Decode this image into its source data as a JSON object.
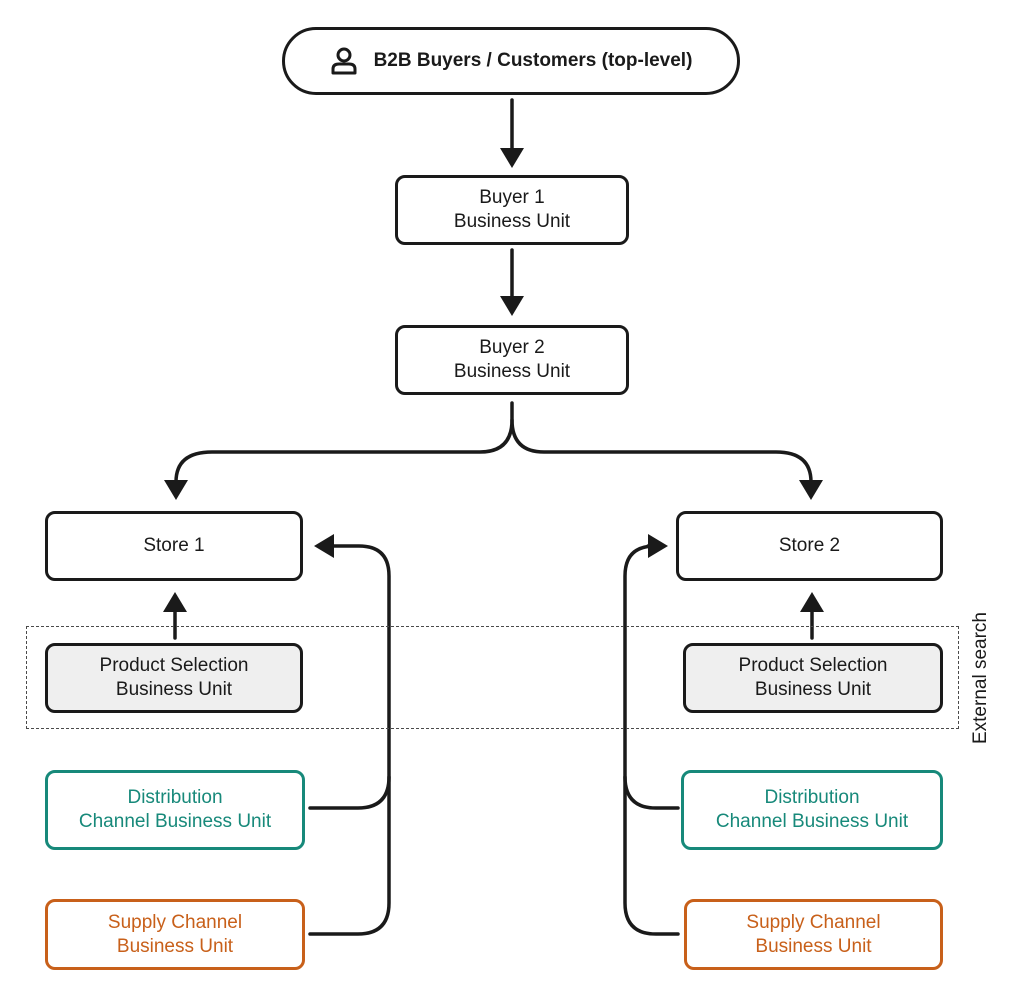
{
  "top_node": {
    "label": "B2B Buyers / Customers (top-level)",
    "icon": "person-icon"
  },
  "buyer1": {
    "line1": "Buyer 1",
    "line2": "Business Unit"
  },
  "buyer2": {
    "line1": "Buyer 2",
    "line2": "Business Unit"
  },
  "store1": {
    "label": "Store 1"
  },
  "store2": {
    "label": "Store 2"
  },
  "left_product": {
    "line1": "Product Selection",
    "line2": "Business Unit"
  },
  "right_product": {
    "line1": "Product Selection",
    "line2": "Business Unit"
  },
  "left_distribution": {
    "line1": "Distribution",
    "line2": "Channel Business Unit"
  },
  "right_distribution": {
    "line1": "Distribution",
    "line2": "Channel Business Unit"
  },
  "left_supply": {
    "line1": "Supply Channel",
    "line2": "Business Unit"
  },
  "right_supply": {
    "line1": "Supply Channel",
    "line2": "Business Unit"
  },
  "external_search": {
    "label": "External search"
  },
  "colors": {
    "line": "#1a1a1a",
    "distribution": "#17897a",
    "supply": "#c8601a",
    "product_fill": "#efefef"
  }
}
